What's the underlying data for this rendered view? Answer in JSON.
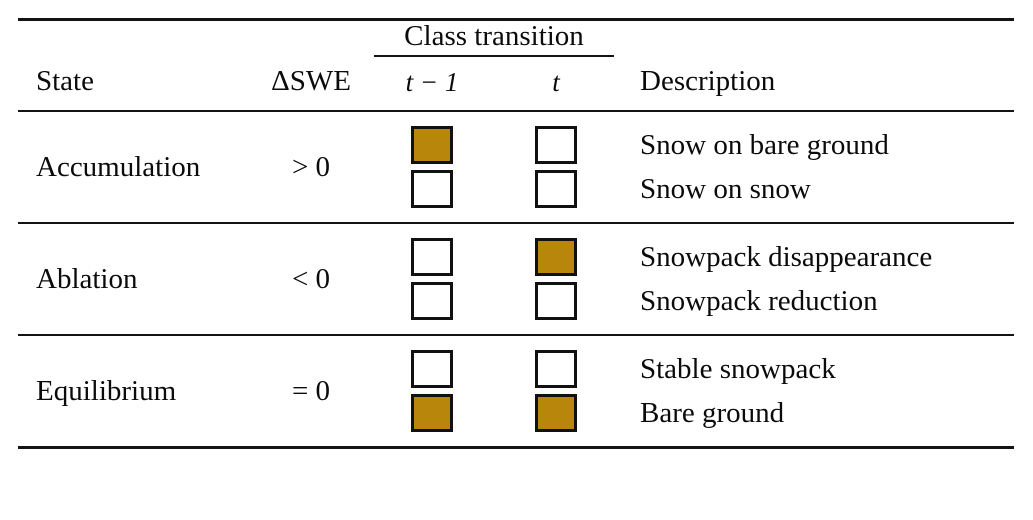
{
  "table": {
    "columns": {
      "state": "State",
      "dswe": "ΔSWE",
      "class_transition": "Class transition",
      "t_minus_1": "t − 1",
      "t": "t",
      "description": "Description"
    },
    "colors": {
      "bare_ground_fill": "#B8860B",
      "snow_fill": "#FFFFFF",
      "box_border": "#111111",
      "rule": "#141414",
      "text": "#0B0B0B"
    },
    "legend": {
      "filled_means": "bare ground",
      "empty_means": "snow"
    },
    "rows": [
      {
        "state": "Accumulation",
        "dswe": "> 0",
        "transitions": [
          {
            "t_minus_1": "filled",
            "t": "empty",
            "description": "Snow on bare ground"
          },
          {
            "t_minus_1": "empty",
            "t": "empty",
            "description": "Snow on snow"
          }
        ]
      },
      {
        "state": "Ablation",
        "dswe": "< 0",
        "transitions": [
          {
            "t_minus_1": "empty",
            "t": "filled",
            "description": "Snowpack disappearance"
          },
          {
            "t_minus_1": "empty",
            "t": "empty",
            "description": "Snowpack reduction"
          }
        ]
      },
      {
        "state": "Equilibrium",
        "dswe": "= 0",
        "transitions": [
          {
            "t_minus_1": "empty",
            "t": "empty",
            "description": "Stable snowpack"
          },
          {
            "t_minus_1": "filled",
            "t": "filled",
            "description": "Bare ground"
          }
        ]
      }
    ]
  }
}
